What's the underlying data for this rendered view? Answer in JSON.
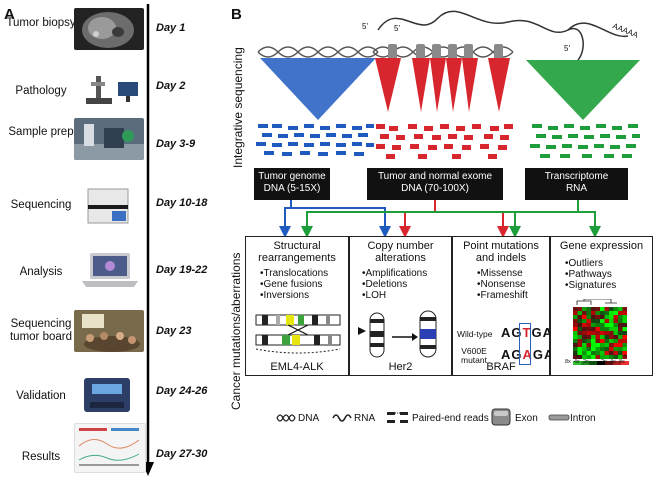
{
  "panelA": {
    "letter": "A",
    "steps": [
      {
        "label": "Tumor biopsy",
        "day": "Day 1",
        "icon": "ct-scan-image"
      },
      {
        "label": "Pathology",
        "day": "Day 2",
        "icon": "microscope-image"
      },
      {
        "label": "Sample prep",
        "day": "Day 3-9",
        "icon": "lab-bench-image"
      },
      {
        "label": "Sequencing",
        "day": "Day 10-18",
        "icon": "sequencer-image"
      },
      {
        "label": "Analysis",
        "day": "Day 19-22",
        "icon": "laptop-image"
      },
      {
        "label": "Sequencing tumor board",
        "day": "Day 23",
        "icon": "meeting-room-image"
      },
      {
        "label": "Validation",
        "day": "Day 24-26",
        "icon": "validation-instrument-image"
      },
      {
        "label": "Results",
        "day": "Day 27-30",
        "icon": "report-image"
      }
    ]
  },
  "panelB": {
    "letter": "B",
    "left_label_top": "Integrative sequencing",
    "left_label_bottom": "Cancer mutations/aberrations",
    "rna_five_prime": "5'",
    "rna_five_prime_b": "5'",
    "rna_five_prime_c": "5'",
    "poly_a": "AAAAA",
    "sources": [
      {
        "line1": "Tumor genome",
        "line2": "DNA (5-15X)"
      },
      {
        "line1": "Tumor and normal exome",
        "line2": "DNA  (70-100X)"
      },
      {
        "line1": "Transcriptome",
        "line2": "RNA"
      }
    ],
    "mutations": [
      {
        "title": "Structural rearrangements",
        "items": [
          "•Translocations",
          "•Gene fusions",
          "•Inversions"
        ],
        "footer": "EML4-ALK"
      },
      {
        "title": "Copy number alterations",
        "items": [
          "•Amplifications",
          "•Deletions",
          "•LOH"
        ],
        "footer": "Her2"
      },
      {
        "title": "Point mutations and indels",
        "items": [
          "•Missense",
          "•Nonsense",
          "•Frameshift"
        ],
        "footer": "BRAF"
      },
      {
        "title": "Gene expression",
        "items": [
          "•Outliers",
          "•Pathways",
          "•Signatures"
        ],
        "footer": ""
      }
    ],
    "braf": {
      "wt_label": "Wild-type",
      "wt_seq_pre": "AG",
      "wt_seq_mid": "T",
      "wt_seq_post": "GA",
      "mut_label_1": "V600E",
      "mut_label_2": "mutant",
      "mut_seq_pre": "AG",
      "mut_seq_mid": "A",
      "mut_seq_post": "GA"
    },
    "heatmap_scale": [
      "8x",
      "4x",
      "2x",
      "",
      "2x",
      "4x",
      "8x"
    ],
    "heatmap_minus": "−",
    "heatmap_plus": "+",
    "legend": [
      {
        "label": "DNA",
        "icon": "dna-icon"
      },
      {
        "label": "RNA",
        "icon": "rna-icon"
      },
      {
        "label": "Paired-end reads",
        "icon": "paired-reads-icon"
      },
      {
        "label": "Exon",
        "icon": "exon-icon"
      },
      {
        "label": "Intron",
        "icon": "intron-icon"
      }
    ],
    "colors": {
      "genome": "#1f5bbf",
      "exome": "#d8262e",
      "transcriptome": "#1e9e3a"
    }
  }
}
